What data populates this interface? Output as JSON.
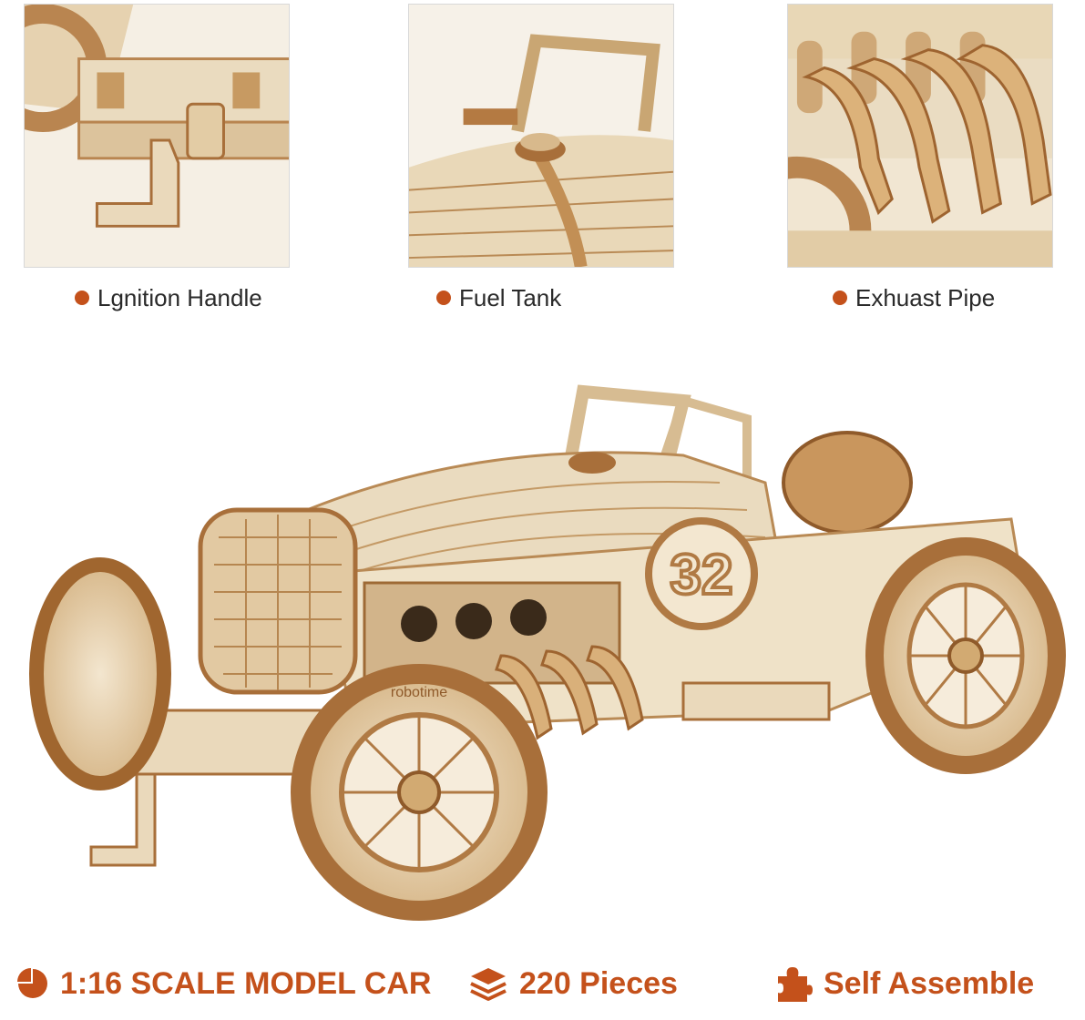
{
  "colors": {
    "accent": "#c4511b",
    "wood_light": "#ecdcc0",
    "wood_mid": "#d7b88c",
    "wood_dark": "#a86f3a"
  },
  "captions": [
    {
      "icon": "bullet-dot-icon",
      "label": "Lgnition Handle"
    },
    {
      "icon": "bullet-dot-icon",
      "label": "Fuel Tank"
    },
    {
      "icon": "bullet-dot-icon",
      "label": "Exhuast Pipe"
    }
  ],
  "car": {
    "number": "32",
    "wheel_text": "robotime"
  },
  "features": [
    {
      "icon": "pie-chart-icon",
      "label": "1:16 SCALE MODEL CAR"
    },
    {
      "icon": "layers-icon",
      "label": "220 Pieces"
    },
    {
      "icon": "puzzle-piece-icon",
      "label": "Self Assemble"
    }
  ]
}
